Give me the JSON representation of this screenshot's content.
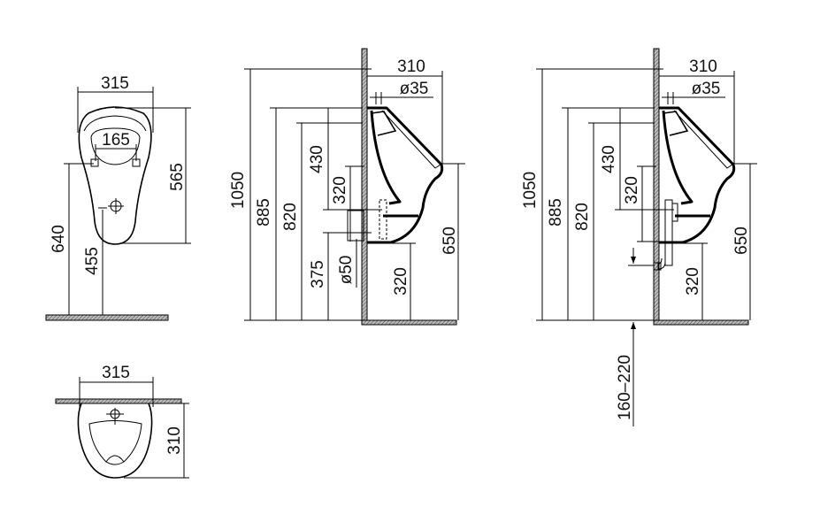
{
  "front_view": {
    "width": "315",
    "inner_width": "165",
    "height": "565",
    "top_height": "640",
    "outlet_height": "455"
  },
  "top_view": {
    "width": "315",
    "depth": "310"
  },
  "side_view_1": {
    "projection": "310",
    "inlet_diameter": "ø35",
    "total_height": "1050",
    "top_height": "885",
    "rear_height": "820",
    "inlet_drop": "430",
    "outlet_span": "320",
    "outlet_height": "375",
    "outlet_diameter": "ø50",
    "rim_height": "650",
    "bottom_height": "320"
  },
  "side_view_2": {
    "projection": "310",
    "inlet_diameter": "ø35",
    "total_height": "1050",
    "top_height": "885",
    "rear_height": "820",
    "inlet_drop": "430",
    "outlet_span": "320",
    "rim_height": "650",
    "bottom_height": "320",
    "floor_drain_range": "160–220"
  }
}
